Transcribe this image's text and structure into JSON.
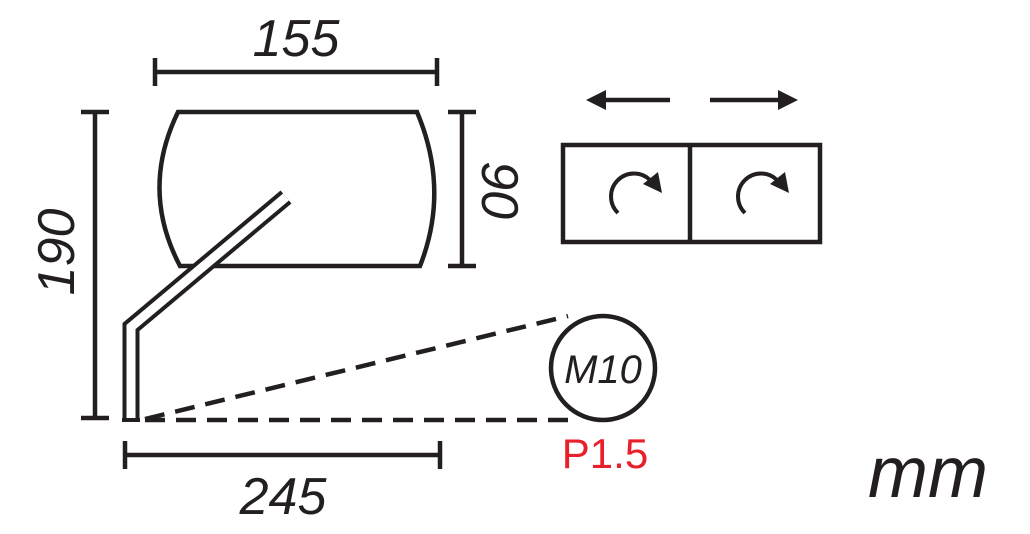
{
  "dimensions": {
    "width_top": "155",
    "height_total": "190",
    "height_mirror": "90",
    "width_bottom": "245"
  },
  "thread": {
    "size": "M10",
    "pitch": "P1.5"
  },
  "units": "mm",
  "icons": [
    "arrow-left-icon",
    "arrow-right-icon",
    "rotate-clockwise-icon",
    "rotate-clockwise-icon"
  ],
  "colors": {
    "line": "#231f20",
    "pitch": "#e8202a"
  }
}
